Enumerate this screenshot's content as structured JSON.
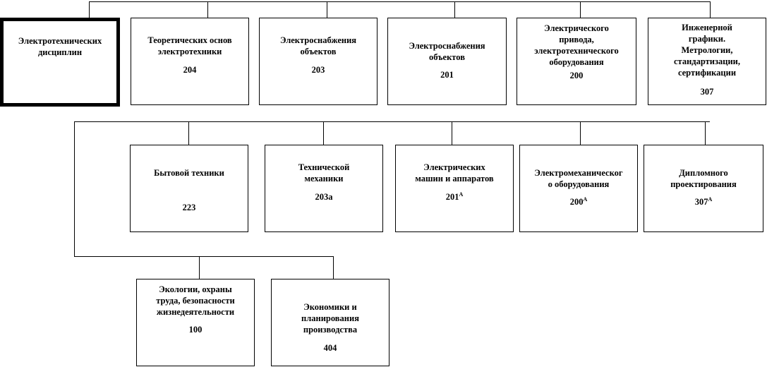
{
  "diagram": {
    "root": {
      "label": "Электротехнических\nдисциплин"
    },
    "row1": [
      {
        "label": "Теоретических основ\nэлектротехники",
        "room": "204"
      },
      {
        "label": "Электроснабжения\nобъектов",
        "room": "203"
      },
      {
        "label": "Электроснабжения\nобъектов",
        "room": "201"
      },
      {
        "label": "Электрического\nпривода,\nэлектротехнического\nоборудования",
        "room": "200"
      },
      {
        "label": "Инженерной\nграфики.\nМетрологии,\nстандартизации,\nсертификации",
        "room": "307"
      }
    ],
    "row2": [
      {
        "label": "Бытовой техники",
        "room": "223"
      },
      {
        "label": "Технической\nмеханики",
        "room": "203а"
      },
      {
        "label": "Электрических\nмашин и аппаратов",
        "room": "201",
        "suffix": "А"
      },
      {
        "label": "Электромеханическог\nо оборудования",
        "room": "200",
        "suffix": "А"
      },
      {
        "label": "Дипломного\nпроектирования",
        "room": "307",
        "suffix": "А"
      }
    ],
    "row3": [
      {
        "label": "Экологии, охраны\nтруда, безопасности\nжизнедеятельности",
        "room": "100"
      },
      {
        "label": "Экономики и\nпланирования\nпроизводства",
        "room": "404"
      }
    ]
  }
}
